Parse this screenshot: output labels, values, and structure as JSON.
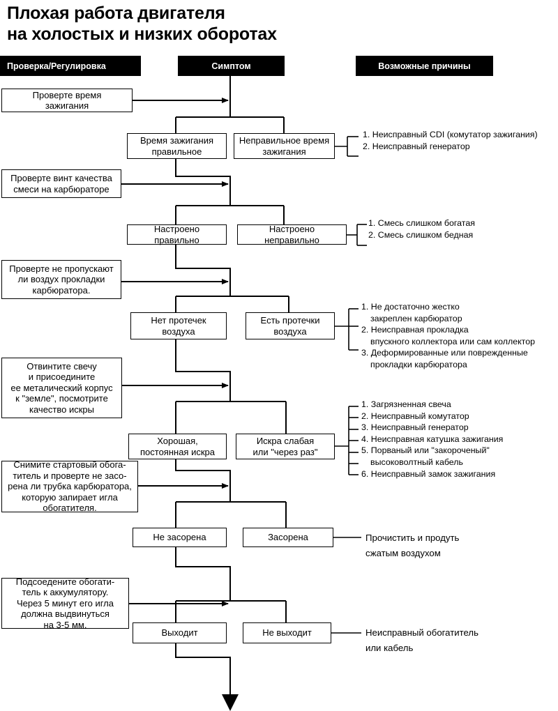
{
  "title": {
    "line1": "Плохая работа двигателя",
    "line2": "на холостых и низких оборотах"
  },
  "headers": {
    "check": "Проверка/Регулировка",
    "symptom": "Симптом",
    "causes": "Возможные причины"
  },
  "checks": [
    {
      "id": "timing",
      "text": "Проверте время\nзажигания"
    },
    {
      "id": "screw",
      "text": "Проверте винт качества\nсмеси на карбюраторе"
    },
    {
      "id": "gasket",
      "text": "Проверте не пропускают\nли воздух прокладки\nкарбюратора."
    },
    {
      "id": "spark",
      "text": "Отвинтите свечу\nи присоедините\nее металический корпус\nк \"земле\", посмотрите\nкачество искры"
    },
    {
      "id": "choke",
      "text": "Снимите стартовый обога-\nтитель и проверте не засо-\nрена ли трубка карбюратора,\nкоторую запирает игла\nобогатителя."
    },
    {
      "id": "battery",
      "text": "Подсоедените обогати-\nтель к аккумулятору.\nЧерез 5 минут его игла\nдолжна выдвинуться\nна 3-5 мм."
    }
  ],
  "symptoms": {
    "timing_ok": "Время зажигания\nправильное",
    "timing_bad": "Неправильное время\nзажигания",
    "mix_ok": "Настроено правильно",
    "mix_bad": "Настроено неправильно",
    "leak_no": "Нет протечек\nвоздуха",
    "leak_yes": "Есть протечки\nвоздуха",
    "spark_good": "Хорошая,\nпостоянная искра",
    "spark_weak": "Искра слабая\nили \"через раз\"",
    "tube_clean": "Не засорена",
    "tube_clogged": "Засорена",
    "needle_out": "Выходит",
    "needle_notout": "Не выходит"
  },
  "causes": {
    "timing": [
      {
        "text": "1. Неисправный CDI (комутатор зажигания)",
        "cont": false
      },
      {
        "text": "2. Неисправный генератор",
        "cont": false
      }
    ],
    "mix": [
      {
        "text": "1. Смесь слишком богатая",
        "cont": false
      },
      {
        "text": "2. Смесь слишком бедная",
        "cont": false
      }
    ],
    "leak": [
      {
        "text": "1. Не достаточно жестко",
        "cont": false
      },
      {
        "text": "закреплен карбюратор",
        "cont": true
      },
      {
        "text": "2. Неисправная прокладка",
        "cont": false
      },
      {
        "text": "впускного коллектора или сам коллектор",
        "cont": true
      },
      {
        "text": "3. Деформированные или поврежденные",
        "cont": false
      },
      {
        "text": "прокладки карбюратора",
        "cont": true
      }
    ],
    "spark": [
      {
        "text": "1. Загрязненная свеча",
        "cont": false
      },
      {
        "text": "2. Неисправный комутатор",
        "cont": false
      },
      {
        "text": "3. Неисправный генератор",
        "cont": false
      },
      {
        "text": "4. Неисправная катушка зажигания",
        "cont": false
      },
      {
        "text": "5. Порваный или \"закороченый\"",
        "cont": false
      },
      {
        "text": "высоковолтный кабель",
        "cont": true
      },
      {
        "text": "6. Неисправный замок зажигания",
        "cont": false
      }
    ],
    "tube": [
      {
        "text": "Прочистить и продуть",
        "cont": false
      },
      {
        "text": "сжатым воздухом",
        "cont": false
      }
    ],
    "needle": [
      {
        "text": "Неисправный обогатитель",
        "cont": false
      },
      {
        "text": "или кабель",
        "cont": false
      }
    ]
  },
  "colors": {
    "ink": "#000000",
    "paper": "#ffffff",
    "header_bg": "#000000",
    "header_fg": "#ffffff"
  }
}
